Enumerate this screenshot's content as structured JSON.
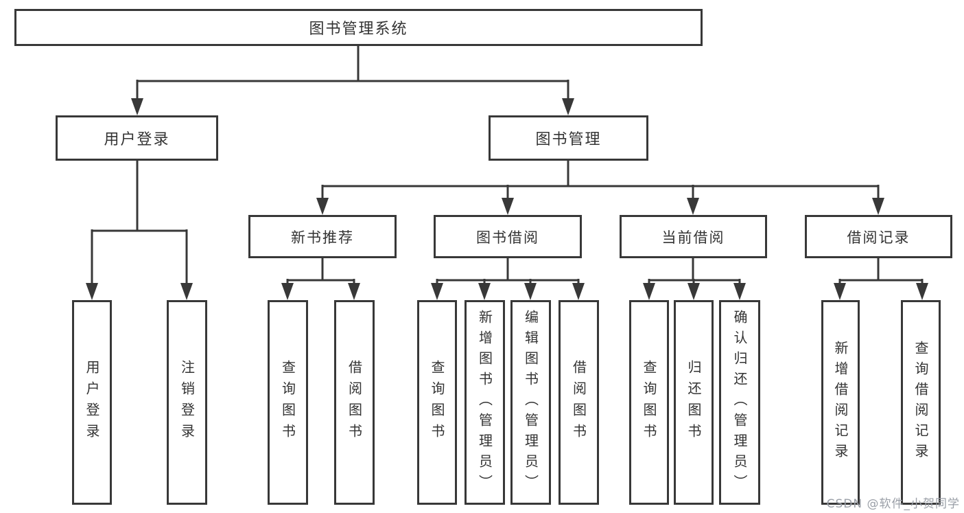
{
  "diagram_title": "图书管理系统",
  "nodes": {
    "root": {
      "label": "图书管理系统"
    },
    "user_login": {
      "label": "用户登录"
    },
    "book_mgmt": {
      "label": "图书管理"
    },
    "new_book_rec": {
      "label": "新书推荐"
    },
    "book_borrow": {
      "label": "图书借阅"
    },
    "current_borrow": {
      "label": "当前借阅"
    },
    "borrow_records": {
      "label": "借阅记录"
    },
    "leaf_user_login": {
      "label": "用户登录"
    },
    "leaf_logout": {
      "label": "注销登录"
    },
    "leaf_query_book_rec": {
      "label": "查询图书"
    },
    "leaf_borrow_book_rec": {
      "label": "借阅图书"
    },
    "leaf_query_book_borrow": {
      "label": "查询图书"
    },
    "leaf_add_book": {
      "label": "新增图书（管理员）"
    },
    "leaf_edit_book": {
      "label": "编辑图书（管理员）"
    },
    "leaf_borrow_book_borrow": {
      "label": "借阅图书"
    },
    "leaf_query_book_current": {
      "label": "查询图书"
    },
    "leaf_return_book": {
      "label": "归还图书"
    },
    "leaf_confirm_return": {
      "label": "确认归还（管理员）"
    },
    "leaf_add_record": {
      "label": "新增借阅记录"
    },
    "leaf_query_record": {
      "label": "查询借阅记录"
    }
  },
  "hierarchy": {
    "图书管理系统": [
      "用户登录",
      "图书管理"
    ],
    "用户登录": [
      "用户登录",
      "注销登录"
    ],
    "图书管理": [
      "新书推荐",
      "图书借阅",
      "当前借阅",
      "借阅记录"
    ],
    "新书推荐": [
      "查询图书",
      "借阅图书"
    ],
    "图书借阅": [
      "查询图书",
      "新增图书（管理员）",
      "编辑图书（管理员）",
      "借阅图书"
    ],
    "当前借阅": [
      "查询图书",
      "归还图书",
      "确认归还（管理员）"
    ],
    "借阅记录": [
      "新增借阅记录",
      "查询借阅记录"
    ]
  },
  "watermark": {
    "text": "CSDN @软件_小贺同学"
  },
  "colors": {
    "line": "#383838",
    "text": "#333333",
    "box_background": "#ffffff",
    "watermark": "#9a9fa7"
  }
}
